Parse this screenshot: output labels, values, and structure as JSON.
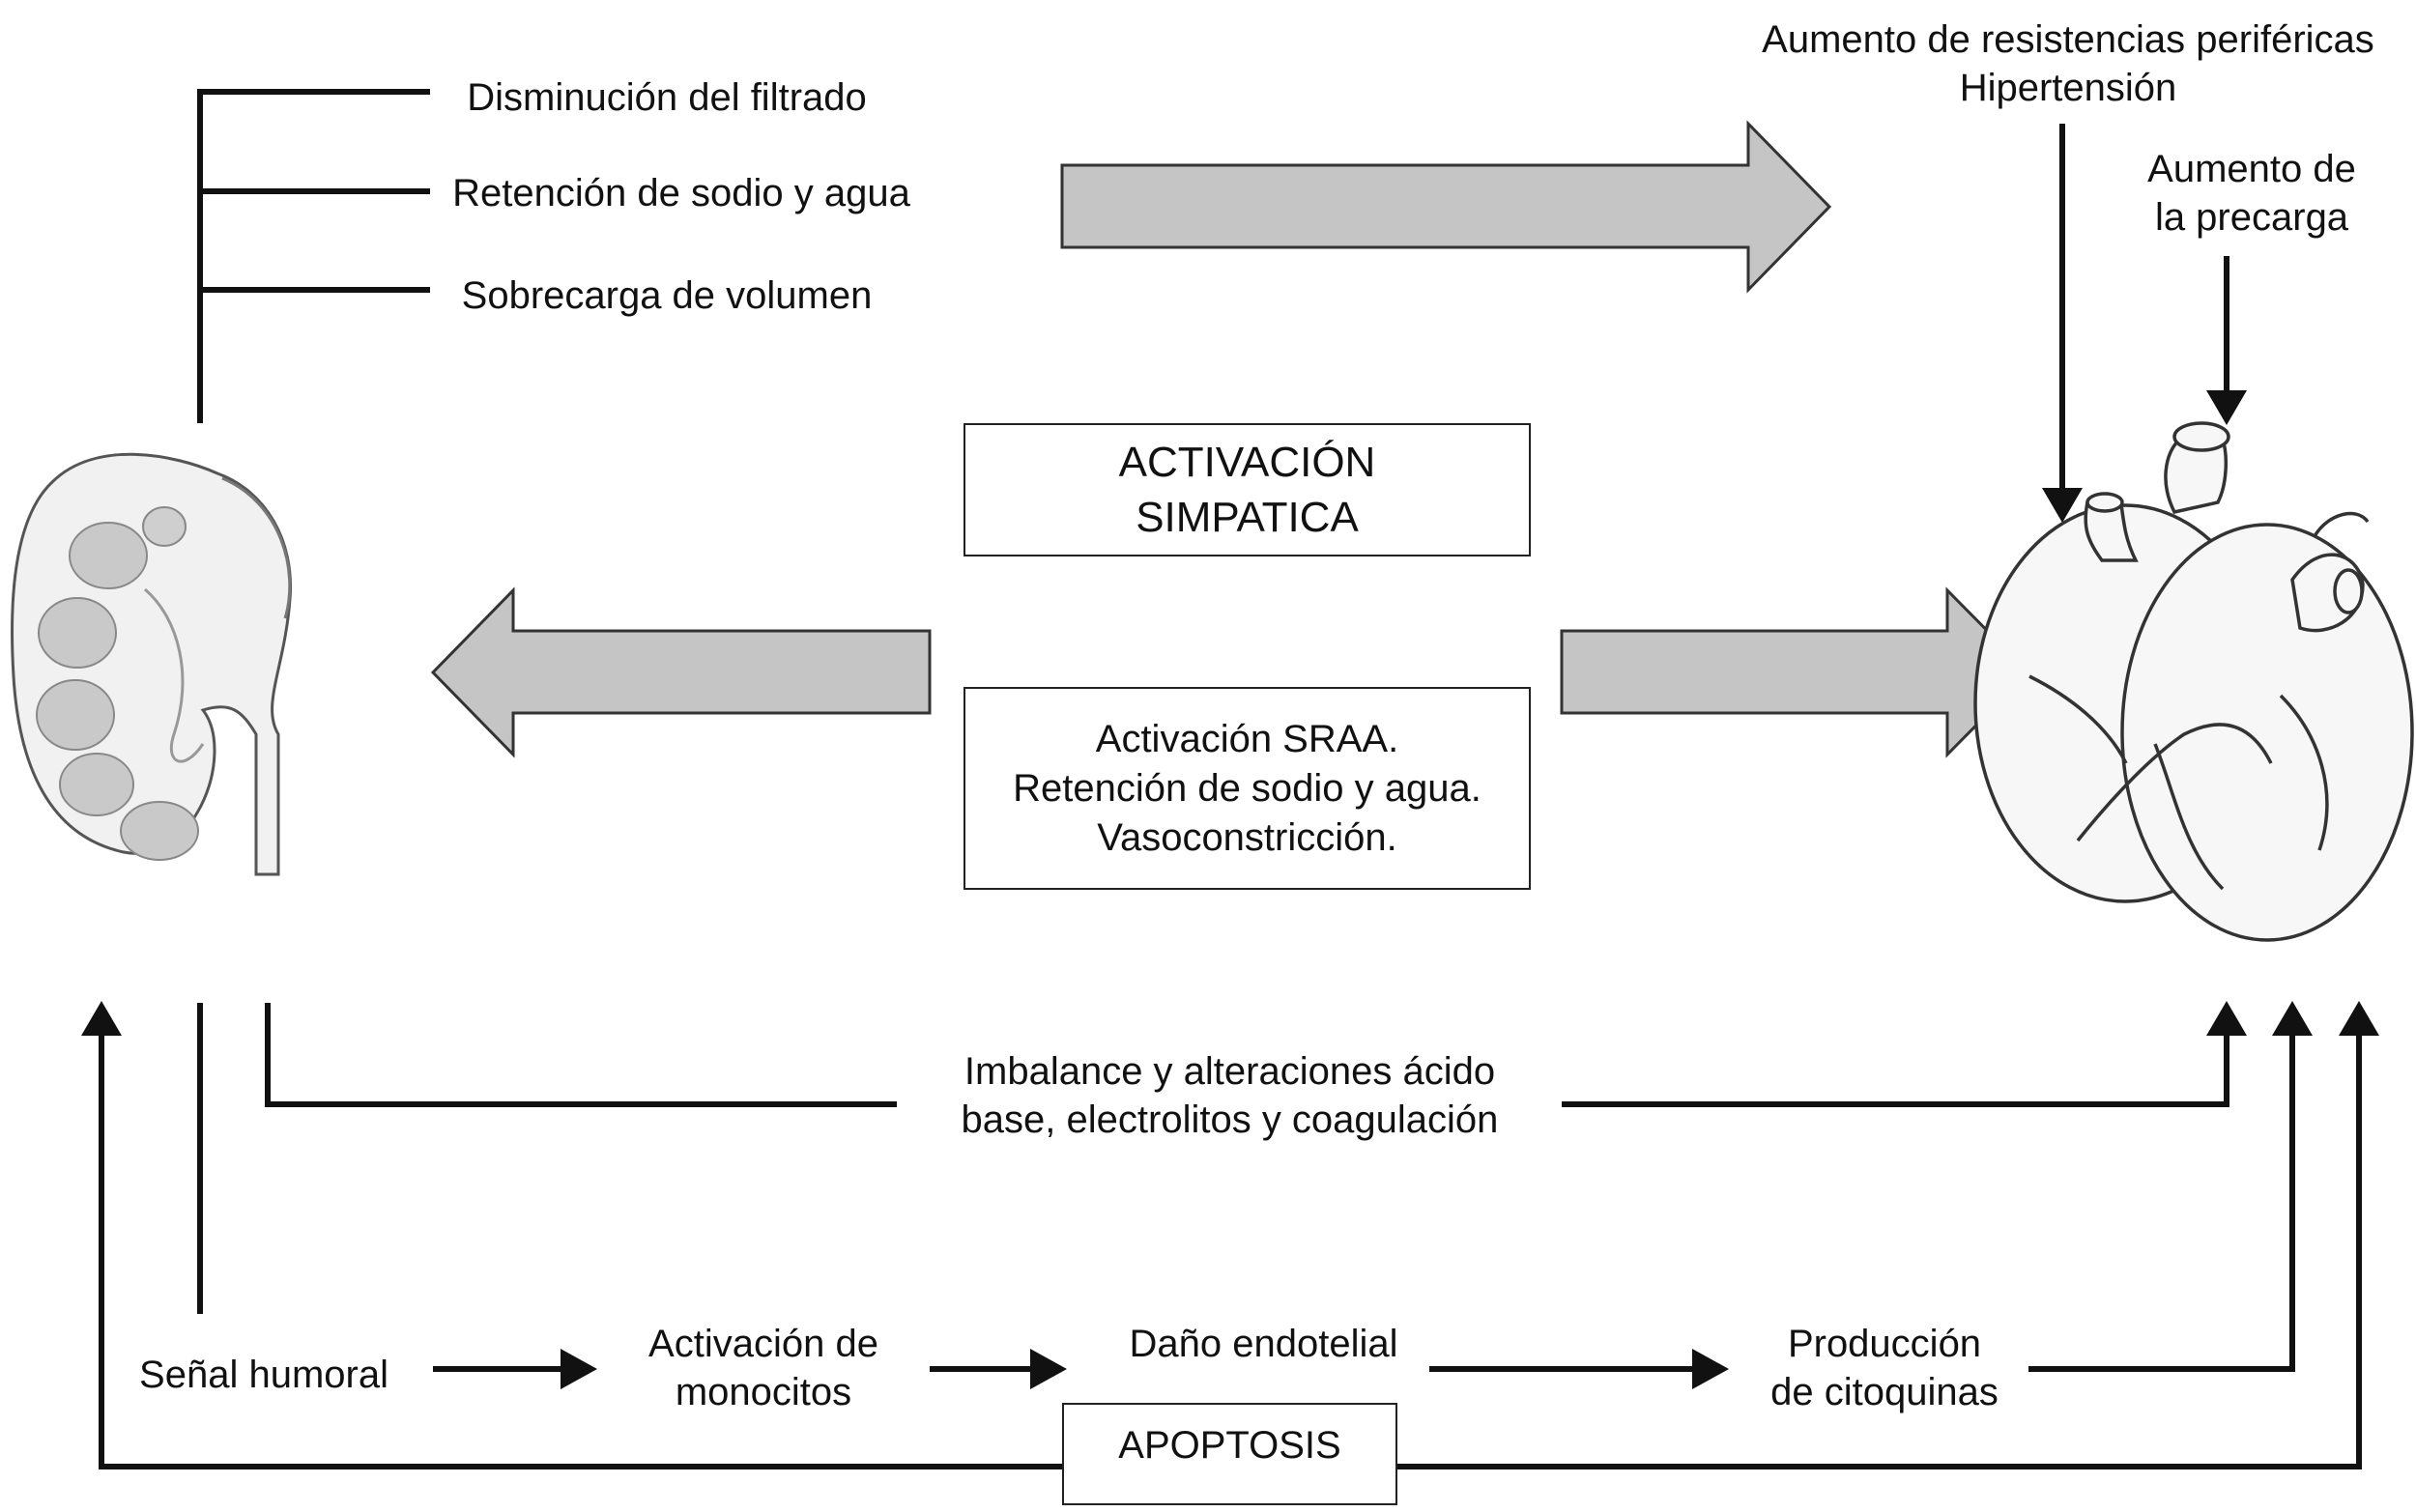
{
  "kidney_effects": [
    "Disminución del filtrado",
    "Retención de sodio y agua",
    "Sobrecarga de volumen"
  ],
  "top_right": {
    "line1": "Aumento de resistencias periféricas",
    "line2": "Hipertensión"
  },
  "preload": {
    "line1": "Aumento de",
    "line2": "la precarga"
  },
  "sympathetic_box": {
    "line1": "ACTIVACIÓN",
    "line2": "SIMPATICA"
  },
  "raas_box": {
    "line1": "Activación SRAA.",
    "line2": "Retención de sodio y agua.",
    "line3": "Vasoconstricción."
  },
  "imbalance": {
    "line1": "Imbalance y alteraciones ácido",
    "line2": "base, electrolitos y coagulación"
  },
  "chain": {
    "humoral": "Señal humoral",
    "monocytes_1": "Activación de",
    "monocytes_2": "monocitos",
    "endothelial": "Daño endotelial",
    "cytokines_1": "Producción",
    "cytokines_2": "de citoquinas"
  },
  "apoptosis": "APOPTOSIS",
  "colors": {
    "line": "#111111",
    "block_arrow_fill": "#c4c5c4",
    "kidney_fill": "#f0f0f0",
    "box_border": "#222222"
  },
  "icons": [
    "kidney-illustration",
    "heart-illustration"
  ]
}
